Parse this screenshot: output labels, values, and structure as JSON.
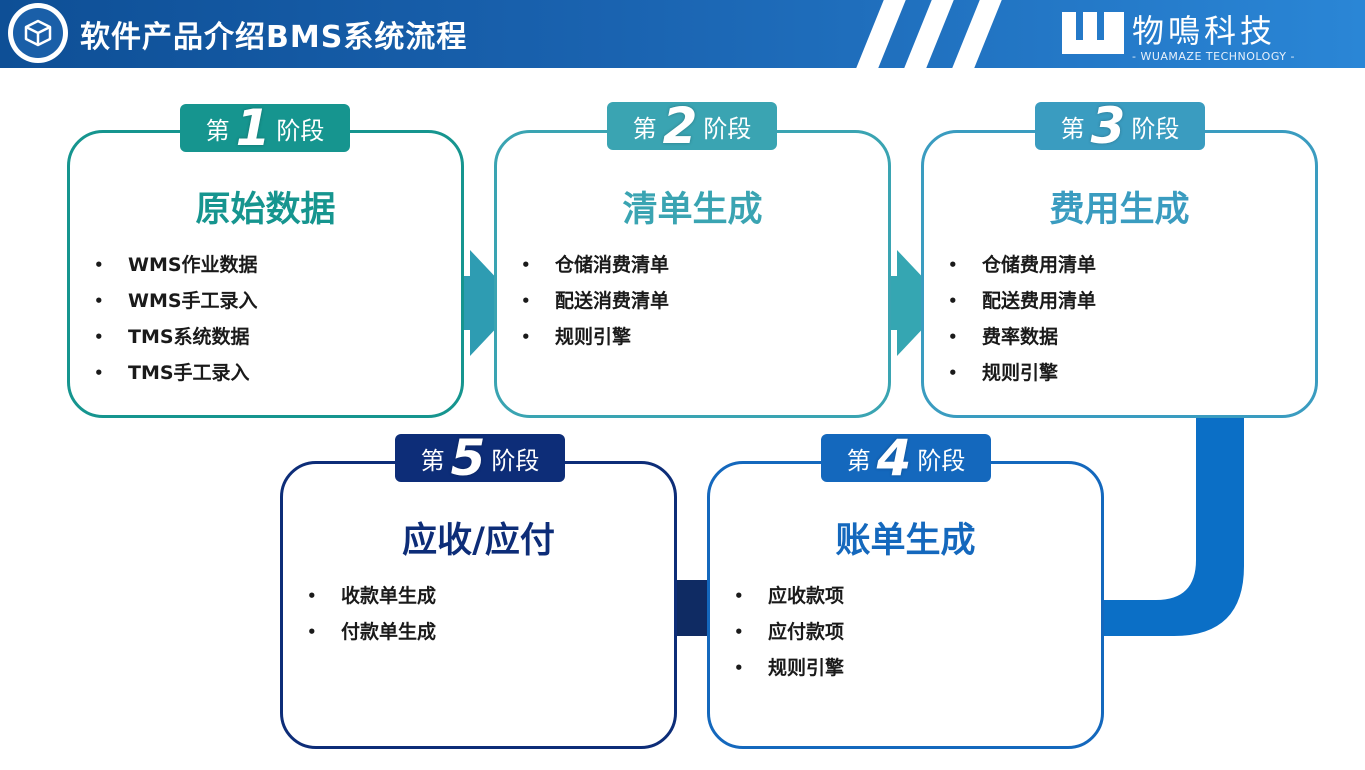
{
  "header": {
    "title": "软件产品介绍BMS系统流程",
    "icon": "cube-icon",
    "logo_text": "物鳴科技",
    "logo_sub": "- WUAMAZE TECHNOLOGY -"
  },
  "stages": [
    {
      "prefix": "第",
      "num": "1",
      "suffix": "阶段",
      "title": "原始数据",
      "color": "#16958f",
      "items": [
        "WMS作业数据",
        "WMS手工录入",
        "TMS系统数据",
        "TMS手工录入"
      ]
    },
    {
      "prefix": "第",
      "num": "2",
      "suffix": "阶段",
      "title": "清单生成",
      "color": "#3aa4b2",
      "items": [
        "仓储消费清单",
        "配送消费清单",
        "规则引擎"
      ]
    },
    {
      "prefix": "第",
      "num": "3",
      "suffix": "阶段",
      "title": "费用生成",
      "color": "#3a9cc0",
      "items": [
        "仓储费用清单",
        "配送费用清单",
        "费率数据",
        "规则引擎"
      ]
    },
    {
      "prefix": "第",
      "num": "4",
      "suffix": "阶段",
      "title": "账单生成",
      "color": "#1468bd",
      "items": [
        "应收款项",
        "应付款项",
        "规则引擎"
      ]
    },
    {
      "prefix": "第",
      "num": "5",
      "suffix": "阶段",
      "title": "应收/应付",
      "color": "#0d2d78",
      "items": [
        "收款单生成",
        "付款单生成"
      ]
    }
  ],
  "colors": {
    "header_dark": "#0e4f96",
    "header_light": "#2a86d6",
    "arrow_1": "#2e9cb2",
    "arrow_2": "#35a6b2",
    "arrow_3": "#0b6fc6",
    "arrow_4": "#0f2b63"
  }
}
